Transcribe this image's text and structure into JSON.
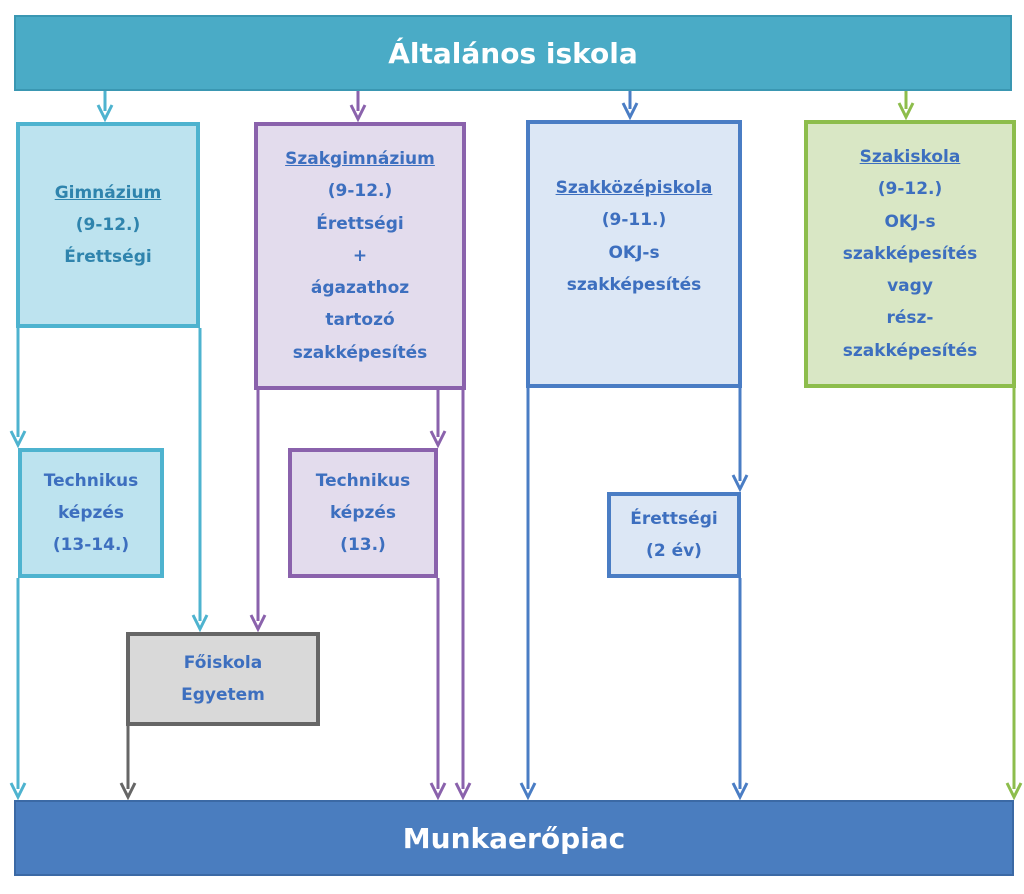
{
  "colors": {
    "top_bar": "#4aabc6",
    "bottom_bar": "#4a7dbf",
    "gimnazium_border": "#4eb3cf",
    "gimnazium_fill": "#bde3ef",
    "gimnazium_text": "#2f84ad",
    "szakgimnazium_border": "#8a62ac",
    "szakgimnazium_fill": "#e3dced",
    "szakgimnazium_text": "#3d6fbf",
    "szakkozep_border": "#4a7dc4",
    "szakkozep_fill": "#dce7f5",
    "szakkozep_text": "#3d6fbf",
    "szakiskola_border": "#8dbd4c",
    "szakiskola_fill": "#d9e7c5",
    "szakiskola_text": "#3d6fbf",
    "foiskola_border": "#666666",
    "foiskola_fill": "#d9d9d9",
    "foiskola_text": "#3d6fbf"
  },
  "top": {
    "label": "Általános iskola"
  },
  "bottom": {
    "label": "Munkaerőpiac"
  },
  "gimnazium": {
    "title": "Gimnázium",
    "years": "(9-12.)",
    "line1": "Érettségi"
  },
  "szakgimnazium": {
    "title": "Szakgimnázium",
    "years": "(9-12.)",
    "line1": "Érettségi",
    "line2": "+",
    "line3": "ágazathoz",
    "line4": "tartozó",
    "line5": "szakképesítés"
  },
  "szakkozep": {
    "title": "Szakközépiskola",
    "years": "(9-11.)",
    "line1": "OKJ-s",
    "line2": "szakképesítés"
  },
  "szakiskola": {
    "title": "Szakiskola",
    "years": "(9-12.)",
    "line1": "OKJ-s",
    "line2": "szakképesítés",
    "line3": "vagy",
    "line4": "rész-",
    "line5": "szakképesítés"
  },
  "technikus1": {
    "line1": "Technikus",
    "line2": "képzés",
    "line3": "(13-14.)"
  },
  "technikus2": {
    "line1": "Technikus",
    "line2": "képzés",
    "line3": "(13.)"
  },
  "erettsegi2": {
    "line1": "Érettségi",
    "line2": "(2 év)"
  },
  "foiskola": {
    "line1": "Főiskola",
    "line2": "Egyetem"
  }
}
